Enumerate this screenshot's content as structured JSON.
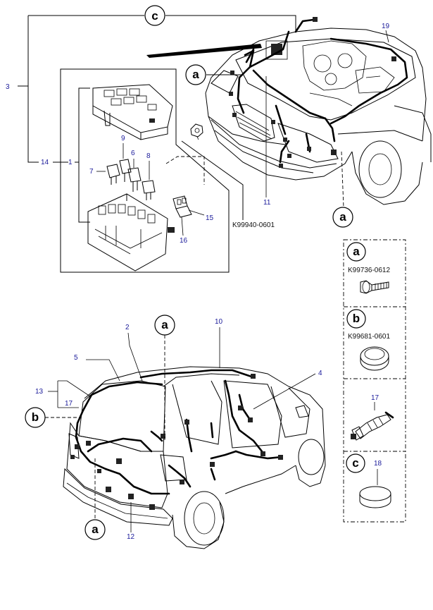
{
  "callouts": {
    "c_top": "c",
    "a_engine_left": "a",
    "a_engine_right": "a",
    "a_rear_top": "a",
    "b_rear_left": "b",
    "a_rear_bottom": "a"
  },
  "part_numbers": {
    "p1": "1",
    "p2": "2",
    "p3": "3",
    "p4": "4",
    "p5": "5",
    "p6": "6",
    "p7": "7",
    "p8": "8",
    "p9": "9",
    "p10": "10",
    "p11": "11",
    "p12": "12",
    "p13": "13",
    "p14": "14",
    "p15": "15",
    "p16": "16",
    "p17_rear": "17",
    "p17_panel": "17",
    "p18": "18",
    "p19": "19"
  },
  "codes": {
    "main_bolt": "K99940-0601",
    "panel_a": "K99736-0612",
    "panel_b": "K99681-0601"
  },
  "legend_panel": {
    "a_letter": "a",
    "b_letter": "b",
    "c_letter": "c"
  },
  "colors": {
    "line": "#000000",
    "label": "#1a1a9a"
  }
}
